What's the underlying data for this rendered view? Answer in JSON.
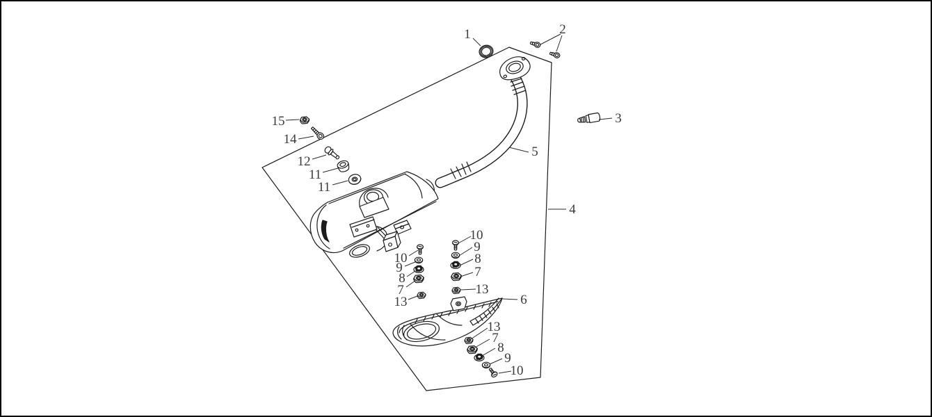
{
  "colors": {
    "background": "#ffffff",
    "border": "#000000",
    "line": "#1c1c1c",
    "label": "#3a3a3a",
    "leader": "#2a2a2a"
  },
  "callouts": [
    {
      "id": "part-1",
      "text": "1"
    },
    {
      "id": "part-2",
      "text": "2"
    },
    {
      "id": "part-3",
      "text": "3"
    },
    {
      "id": "part-4",
      "text": "4"
    },
    {
      "id": "part-5",
      "text": "5"
    },
    {
      "id": "part-6",
      "text": "6"
    },
    {
      "id": "part-15",
      "text": "15"
    },
    {
      "id": "part-14",
      "text": "14"
    },
    {
      "id": "part-12",
      "text": "12"
    },
    {
      "id": "part-11-upper",
      "text": "11"
    },
    {
      "id": "part-11-lower",
      "text": "11"
    },
    {
      "id": "left-10",
      "text": "10"
    },
    {
      "id": "left-9",
      "text": "9"
    },
    {
      "id": "left-8",
      "text": "8"
    },
    {
      "id": "left-7",
      "text": "7"
    },
    {
      "id": "left-13",
      "text": "13"
    },
    {
      "id": "right-10",
      "text": "10"
    },
    {
      "id": "right-9",
      "text": "9"
    },
    {
      "id": "right-8",
      "text": "8"
    },
    {
      "id": "right-7",
      "text": "7"
    },
    {
      "id": "right-13",
      "text": "13"
    },
    {
      "id": "lower-13",
      "text": "13"
    },
    {
      "id": "lower-7",
      "text": "7"
    },
    {
      "id": "lower-8",
      "text": "8"
    },
    {
      "id": "lower-9",
      "text": "9"
    },
    {
      "id": "lower-10",
      "text": "10"
    }
  ]
}
